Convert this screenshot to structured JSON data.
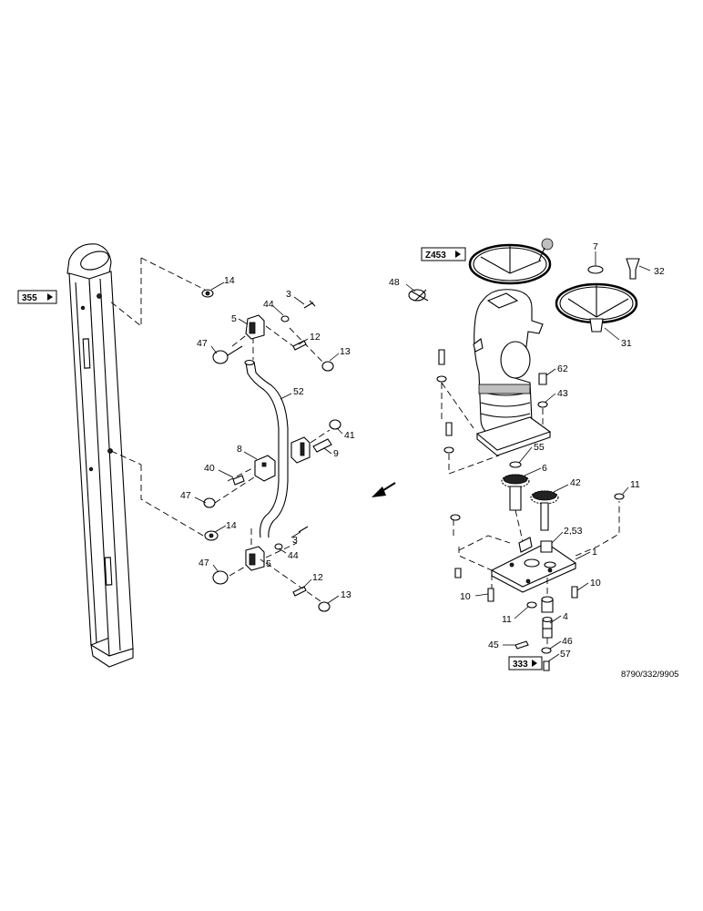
{
  "diagram": {
    "reference_tags": {
      "left_column": "355",
      "steering_column": "Z453",
      "bottom_shaft": "333"
    },
    "drawing_number": "8790/332/9905",
    "part_labels": {
      "p14a": "14",
      "p3a": "3",
      "p44a": "44",
      "p5a": "5",
      "p12a": "12",
      "p47a": "47",
      "p13a": "13",
      "p52": "52",
      "p41": "41",
      "p8": "8",
      "p9": "9",
      "p40": "40",
      "p47b": "47",
      "p14b": "14",
      "p3b": "3",
      "p44b": "44",
      "p5b": "5",
      "p47c": "47",
      "p12b": "12",
      "p13b": "13",
      "p48": "48",
      "p7": "7",
      "p32": "32",
      "p31": "31",
      "p62": "62",
      "p43": "43",
      "p55": "55",
      "p6": "6",
      "p42": "42",
      "p11a": "11",
      "p253": "2,53",
      "p1": "1",
      "p10a": "10",
      "p10b": "10",
      "p11b": "11",
      "p4": "4",
      "p46": "46",
      "p45": "45",
      "p57": "57"
    }
  }
}
